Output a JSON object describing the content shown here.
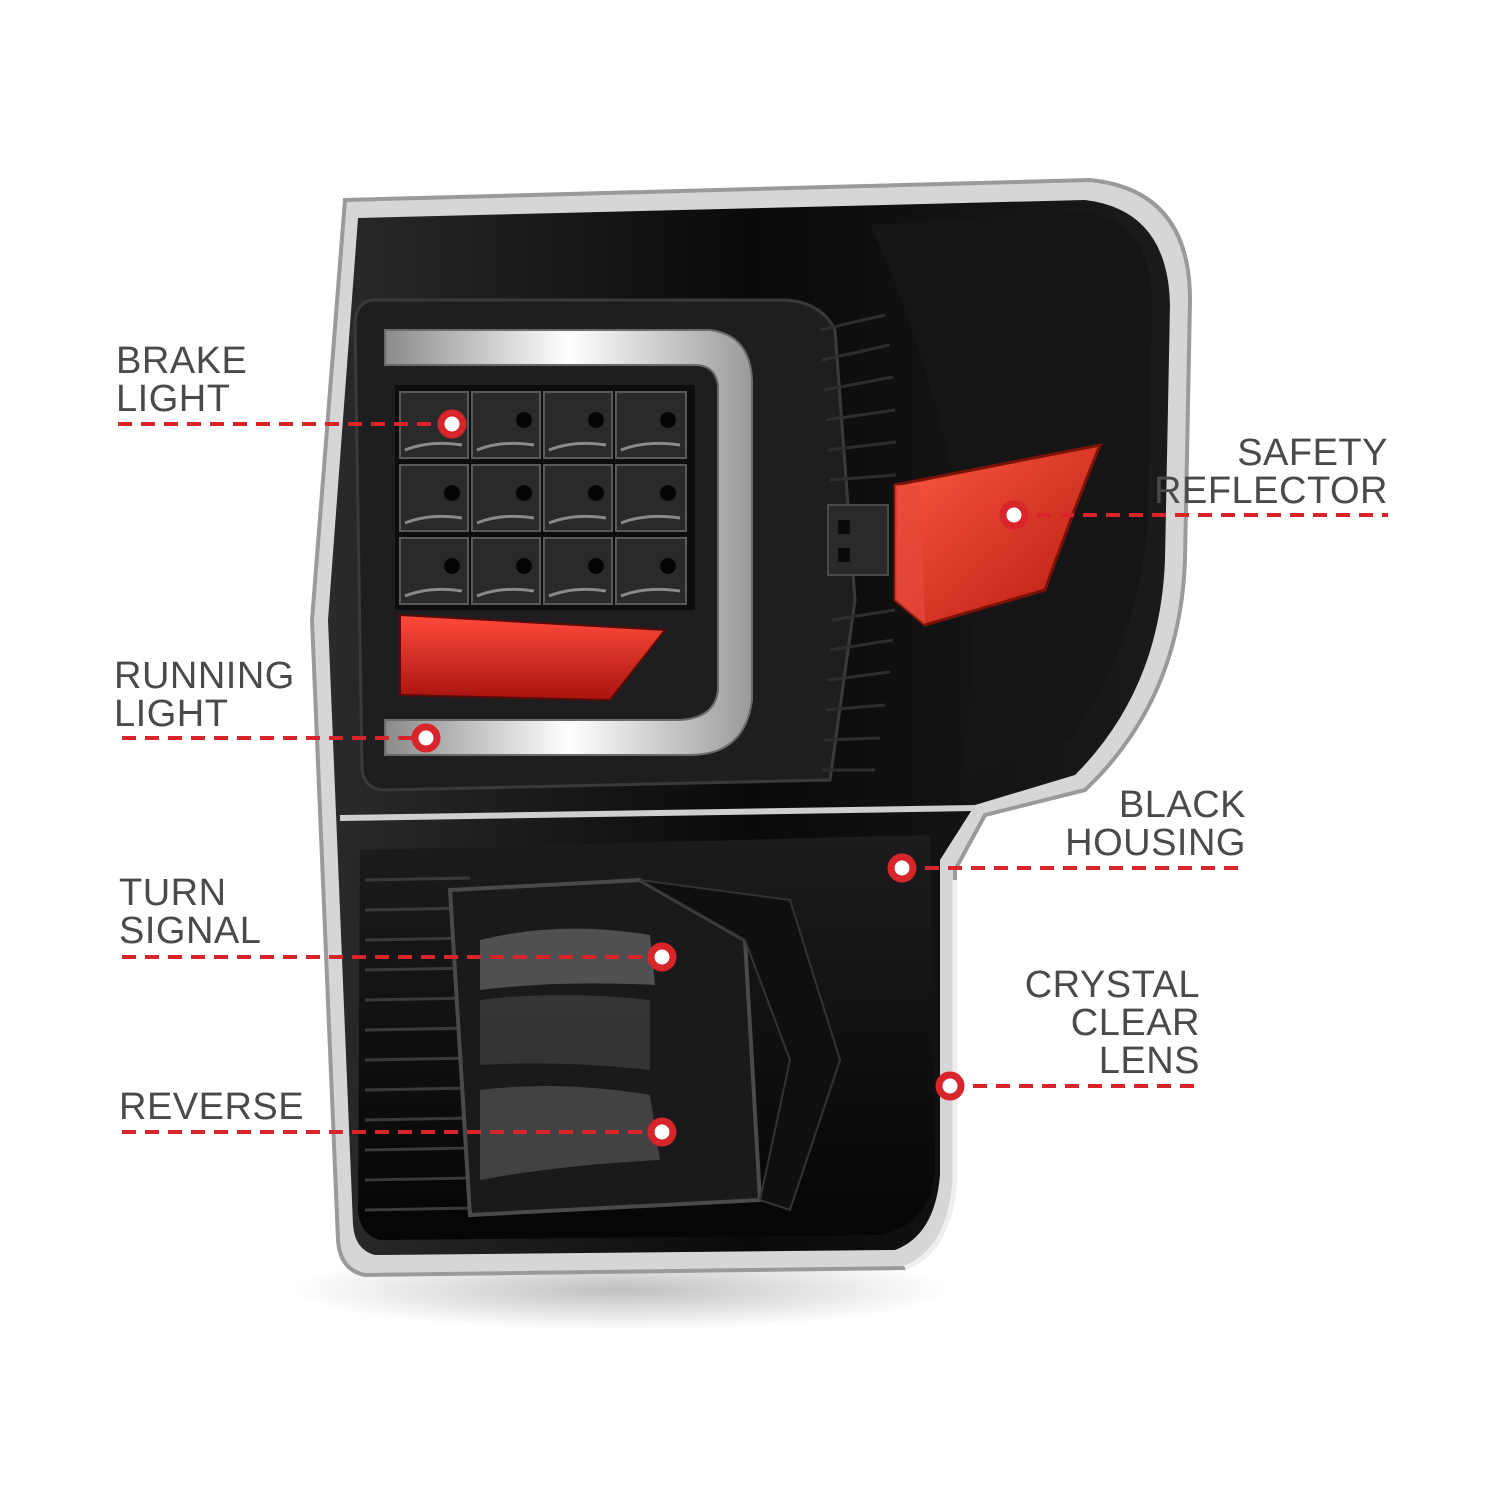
{
  "callouts": {
    "brake_light": {
      "line1": "BRAKE",
      "line2": "LIGHT"
    },
    "running_light": {
      "line1": "RUNNING",
      "line2": "LIGHT"
    },
    "turn_signal": {
      "line1": "TURN",
      "line2": "SIGNAL"
    },
    "reverse": {
      "line1": "REVERSE"
    },
    "safety_reflector": {
      "line1": "SAFETY",
      "line2": "REFLECTOR"
    },
    "black_housing": {
      "line1": "BLACK",
      "line2": "HOUSING"
    },
    "crystal_clear_lens": {
      "line1": "CRYSTAL",
      "line2": "CLEAR",
      "line3": "LENS"
    }
  },
  "colors": {
    "callout_line": "#d7252a",
    "label_text": "#4a4a4a",
    "housing": "#0b0b0c",
    "reflector_red": "#d8261f",
    "chrome_trim": "#cfcfcf"
  }
}
